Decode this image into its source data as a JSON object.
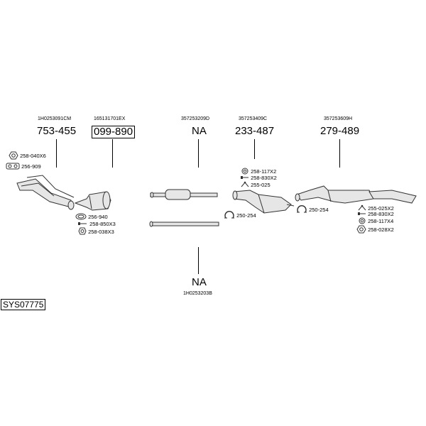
{
  "system_code": "SYS07775",
  "groups": [
    {
      "oe": "1H0253091CM",
      "part": "753-455",
      "boxed": false
    },
    {
      "oe": "165131701EX",
      "part": "099-890",
      "boxed": true
    },
    {
      "oe": "357253209D",
      "part": "NA",
      "boxed": false
    },
    {
      "oe": "357253409C",
      "part": "233-487",
      "boxed": false
    },
    {
      "oe": "357253609H",
      "part": "279-489",
      "boxed": false
    },
    {
      "oe": "1H0253203B",
      "part": "NA",
      "boxed": false
    }
  ],
  "hardware": {
    "h1": {
      "code": "258-040X6",
      "icon": "nut-icon"
    },
    "h2": {
      "code": "256-909",
      "icon": "gasket-icon"
    },
    "h3": {
      "code": "256-940",
      "icon": "ring-gasket-icon"
    },
    "h4": {
      "code": "258-850X3",
      "icon": "bolt-icon"
    },
    "h5": {
      "code": "258-038X3",
      "icon": "nut-icon"
    },
    "h6": {
      "code": "258-117X2",
      "icon": "ring-icon"
    },
    "h7": {
      "code": "258-830X2",
      "icon": "bolt-icon"
    },
    "h8": {
      "code": "255-025",
      "icon": "hanger-icon"
    },
    "h9": {
      "code": "250-254",
      "icon": "clamp-icon"
    },
    "h10": {
      "code": "250-254",
      "icon": "clamp-icon"
    },
    "h11": {
      "code": "255-025X2",
      "icon": "hanger-icon"
    },
    "h12": {
      "code": "258-830X2",
      "icon": "bolt-icon"
    },
    "h13": {
      "code": "258-117X4",
      "icon": "ring-icon"
    },
    "h14": {
      "code": "258-028X2",
      "icon": "nut-icon"
    }
  }
}
